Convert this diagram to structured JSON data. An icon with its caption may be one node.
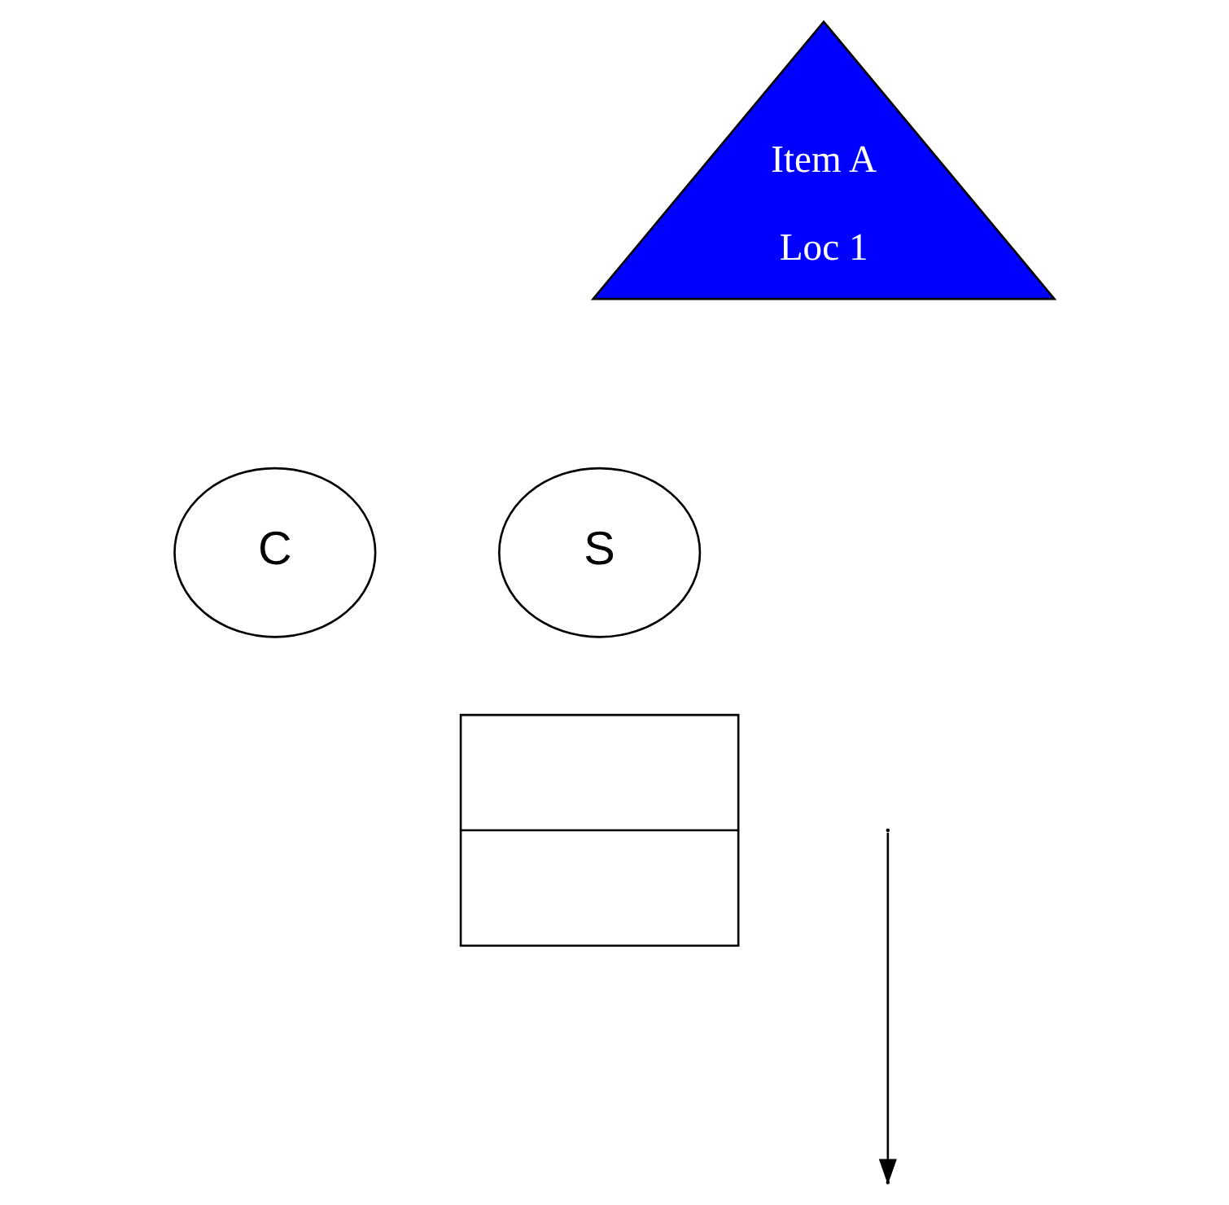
{
  "diagram": {
    "nodes": [
      {
        "text": [
          "C"
        ]
      },
      {
        "text": [
          "Item A",
          "Loc 1"
        ]
      },
      {
        "text": [
          "S"
        ]
      },
      {
        "text": [],
        "shape": "box"
      }
    ],
    "edges": []
  }
}
